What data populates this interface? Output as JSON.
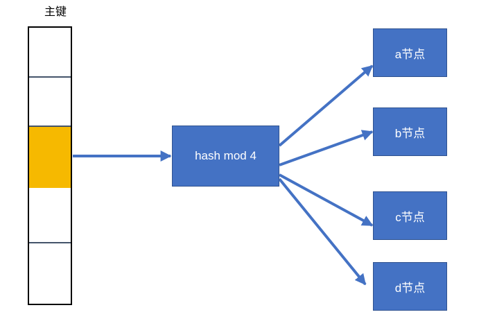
{
  "title": "主键",
  "key_column": {
    "cells": [
      {
        "highlighted": false
      },
      {
        "highlighted": false
      },
      {
        "highlighted": true
      },
      {
        "highlighted": false
      },
      {
        "highlighted": false
      }
    ]
  },
  "hash_box": {
    "label": "hash mod 4"
  },
  "nodes": [
    {
      "label": "a节点"
    },
    {
      "label": "b节点"
    },
    {
      "label": "c节点"
    },
    {
      "label": "d节点"
    }
  ],
  "colors": {
    "box_fill": "#4472c4",
    "highlight": "#f6b900",
    "arrow": "#4472c4"
  }
}
